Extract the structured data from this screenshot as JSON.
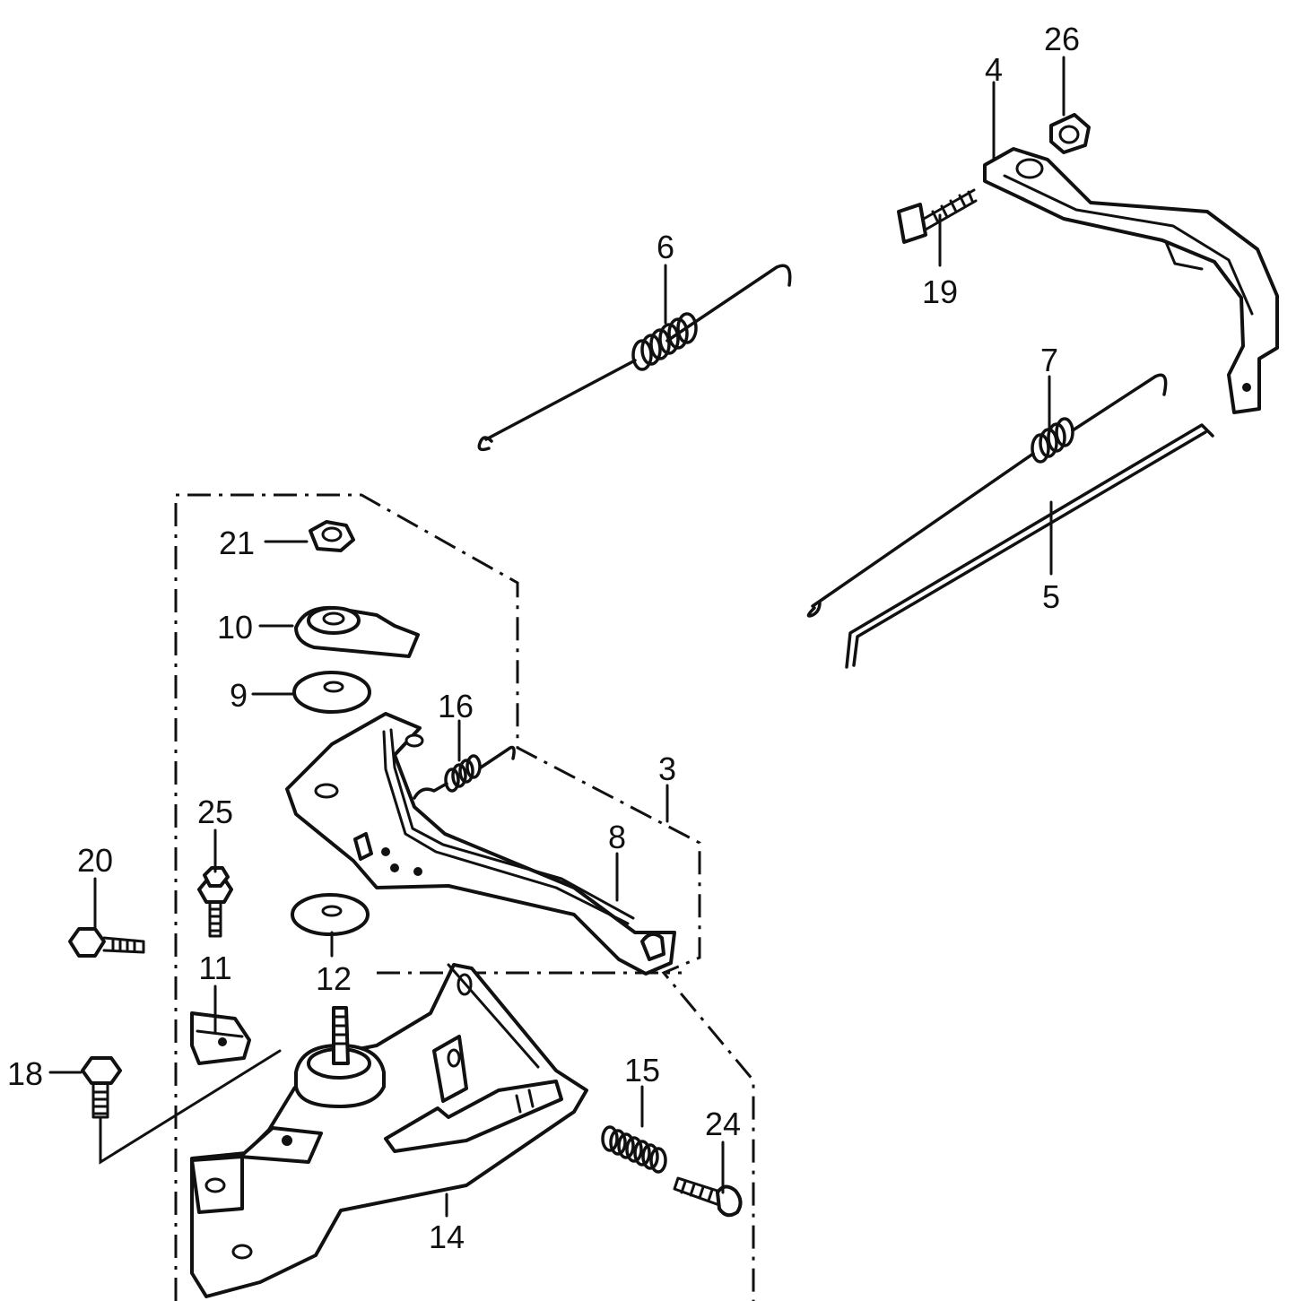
{
  "callouts": {
    "p3": "3",
    "p4": "4",
    "p5": "5",
    "p6": "6",
    "p7": "7",
    "p8": "8",
    "p9": "9",
    "p10": "10",
    "p11": "11",
    "p12": "12",
    "p14": "14",
    "p15": "15",
    "p16": "16",
    "p18": "18",
    "p19": "19",
    "p20": "20",
    "p21": "21",
    "p24": "24",
    "p25": "25",
    "p26": "26"
  },
  "colors": {
    "ink": "#111111",
    "paper": "#ffffff"
  }
}
